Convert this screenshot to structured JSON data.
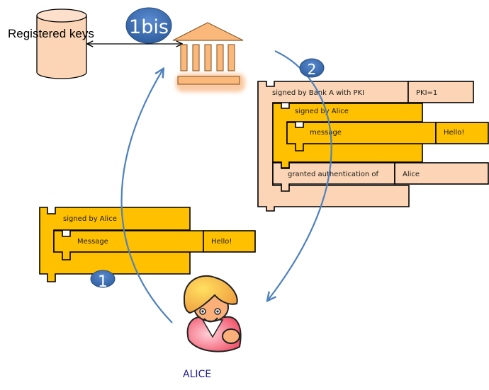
{
  "colors": {
    "peach": "#fbd5b5",
    "orange_block": "#ffc000",
    "outline": "#000000",
    "arrow_blue": "#4f81bd",
    "badge_blue": "#3f6fad",
    "bank": "#fab97a",
    "bank_outline": "#8b5a2b",
    "db": "#fbd5b5",
    "alice_name": "#1f1f8a"
  },
  "database": {
    "label": "Registered keys",
    "icon": "database-cylinder-icon"
  },
  "bank": {
    "icon": "bank-building-icon"
  },
  "badges": {
    "step_1bis": "1bis",
    "step_2": "2",
    "step_1": "1"
  },
  "bank_message": {
    "outer": {
      "label": "signed by Bank A with PKI",
      "value": "PKI=1"
    },
    "signed": {
      "label": "signed by Alice"
    },
    "message": {
      "label": "message",
      "value": "Hello!"
    },
    "granted": {
      "label": "granted authentication of",
      "value": "Alice"
    }
  },
  "alice_message": {
    "signed": {
      "label": "signed by Alice"
    },
    "message": {
      "label": "Message",
      "value": "Hello!"
    }
  },
  "actor": {
    "name": "ALICE",
    "icon": "user-avatar-icon"
  }
}
